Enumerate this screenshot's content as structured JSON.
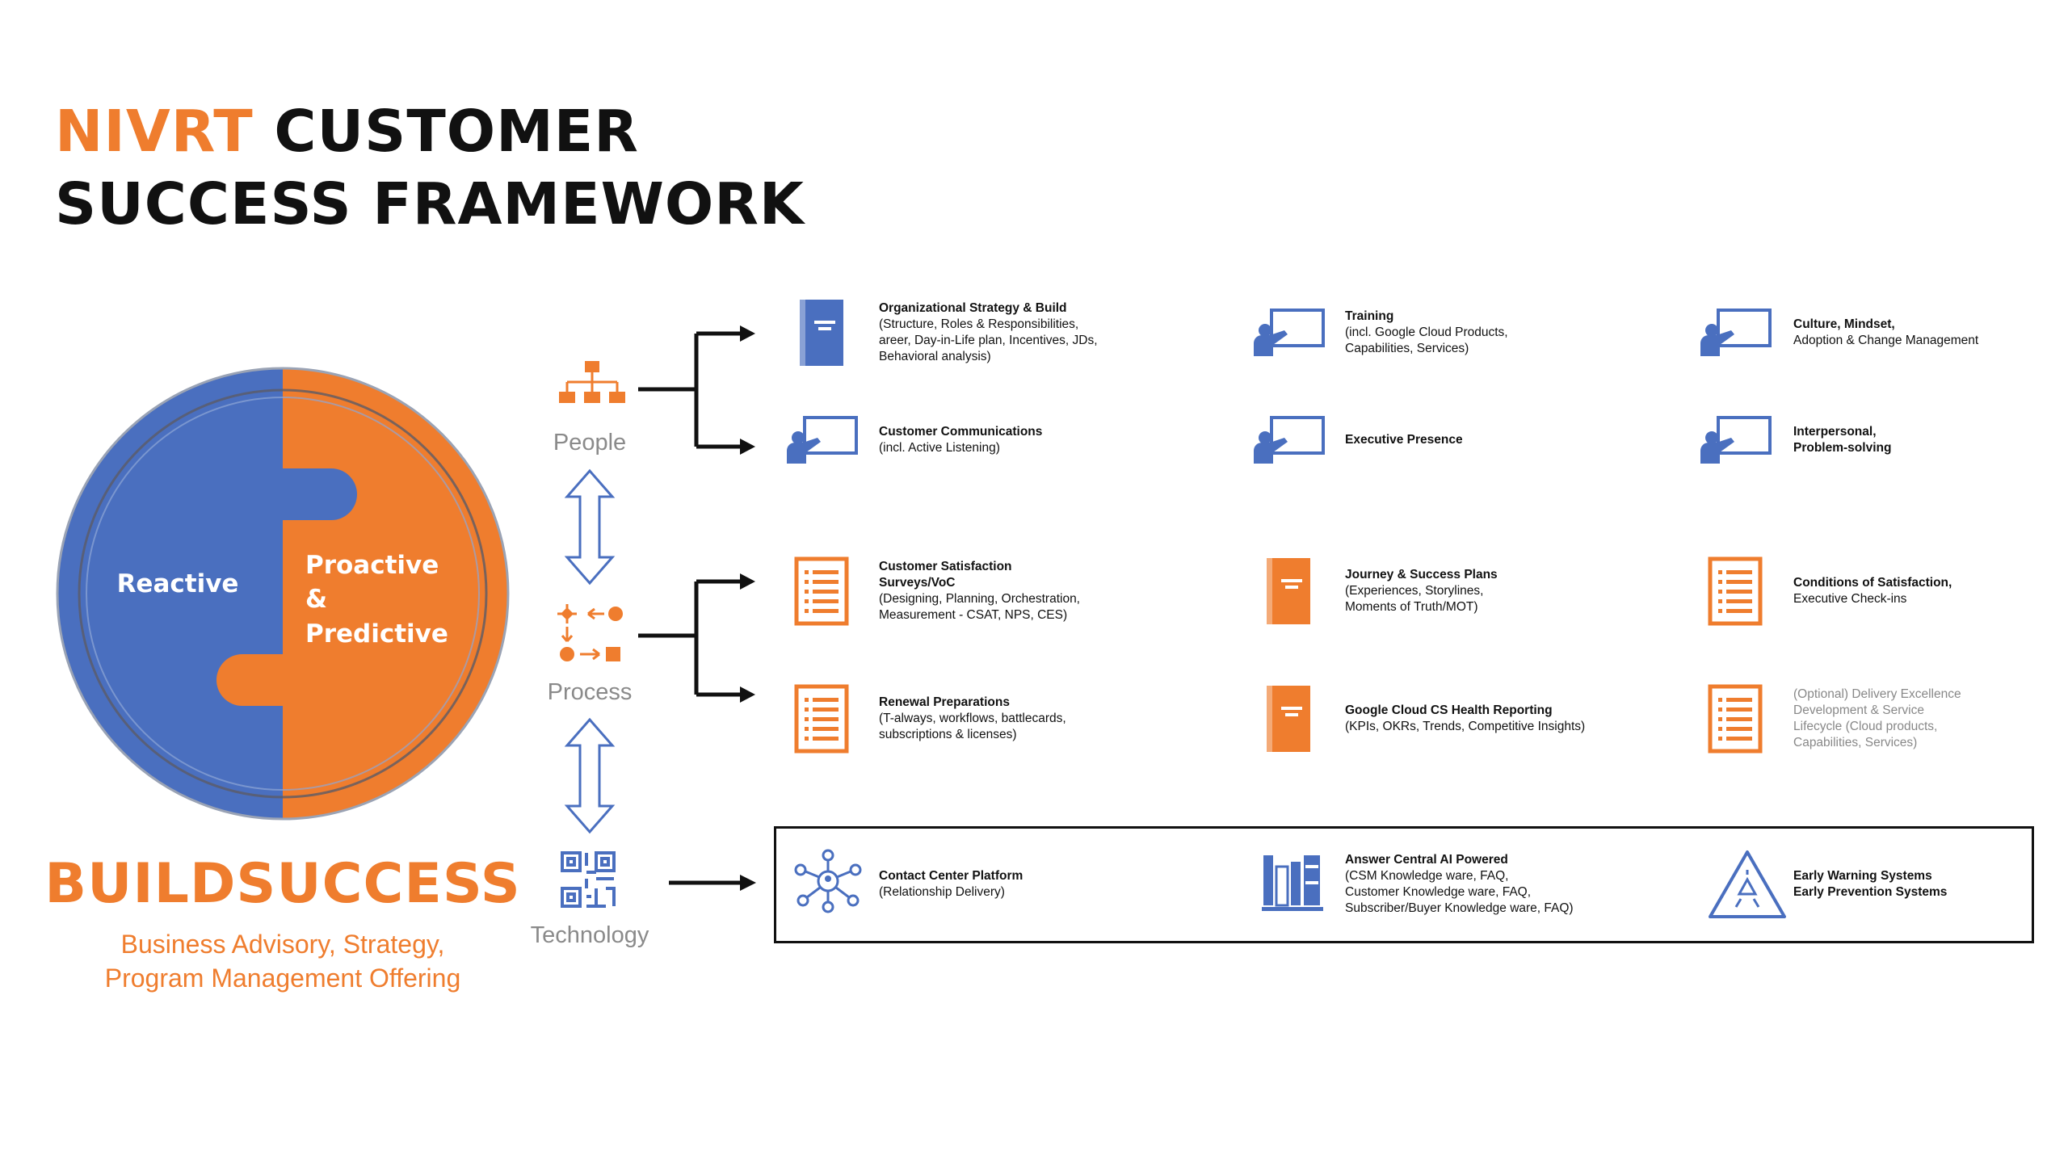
{
  "title": {
    "accent": "NIVRT",
    "line1_rest": "CUSTOMER",
    "line2": "SUCCESS FRAMEWORK"
  },
  "puzzle": {
    "left_label": "Reactive",
    "right_line1": "Proactive",
    "right_line2": "&",
    "right_line3": "Predictive"
  },
  "brand": {
    "name": "BUILDSUCCESS",
    "tagline_1": "Business Advisory, Strategy,",
    "tagline_2": "Program Management Offering"
  },
  "pillars": {
    "people": "People",
    "process": "Process",
    "technology": "Technology"
  },
  "colors": {
    "orange": "#ef7d2e",
    "blue": "#4a6fbf",
    "dark": "#111111",
    "gray": "#8a8a8a"
  },
  "people": [
    {
      "icon": "book-icon",
      "title": "Organizational Strategy & Build",
      "sub": [
        "(Structure, Roles & Responsibilities,",
        "areer, Day-in-Life plan, Incentives, JDs,",
        "Behavioral analysis)"
      ]
    },
    {
      "icon": "presentation-icon",
      "title": "Training",
      "sub": [
        "(incl. Google Cloud Products,",
        "Capabilities, Services)"
      ]
    },
    {
      "icon": "presentation-icon",
      "title": "Culture, Mindset,",
      "sub": [
        "Adoption & Change Management"
      ]
    },
    {
      "icon": "presentation-icon",
      "title": "Customer Communications",
      "sub": [
        "(incl. Active Listening)"
      ]
    },
    {
      "icon": "presentation-icon",
      "title": "Executive Presence",
      "sub": []
    },
    {
      "icon": "presentation-icon",
      "title": "Interpersonal,",
      "sub": [
        "Problem-solving"
      ],
      "sub_bold": true
    }
  ],
  "process": [
    {
      "icon": "document-icon",
      "title": "Customer Satisfaction",
      "title2": "Surveys/VoC",
      "sub": [
        "(Designing, Planning, Orchestration,",
        "Measurement - CSAT, NPS, CES)"
      ]
    },
    {
      "icon": "book-icon",
      "title": "Journey & Success Plans",
      "sub": [
        "(Experiences, Storylines,",
        "Moments of Truth/MOT)"
      ]
    },
    {
      "icon": "document-icon",
      "title": "Conditions of Satisfaction,",
      "sub": [
        "Executive Check-ins"
      ]
    },
    {
      "icon": "document-icon",
      "title": "Renewal Preparations",
      "sub": [
        "(T-always, workflows, battlecards,",
        "subscriptions & licenses)"
      ]
    },
    {
      "icon": "book-icon",
      "title": "Google Cloud CS Health Reporting",
      "sub": [
        "(KPIs, OKRs, Trends, Competitive Insights)"
      ]
    },
    {
      "icon": "document-icon",
      "title": "",
      "sub": [
        "(Optional) Delivery Excellence",
        "Development & Service",
        "Lifecycle (Cloud products,",
        "Capabilities, Services)"
      ],
      "muted": true
    }
  ],
  "technology": [
    {
      "icon": "network-icon",
      "title": "Contact Center Platform",
      "sub": [
        "(Relationship Delivery)"
      ]
    },
    {
      "icon": "library-icon",
      "title": "Answer Central AI Powered",
      "sub": [
        "(CSM Knowledge ware, FAQ,",
        "Customer Knowledge ware, FAQ,",
        "Subscriber/Buyer Knowledge ware, FAQ)"
      ]
    },
    {
      "icon": "warning-icon",
      "title": "Early Warning Systems",
      "sub": [
        "Early Prevention Systems"
      ],
      "sub_bold": true
    }
  ]
}
